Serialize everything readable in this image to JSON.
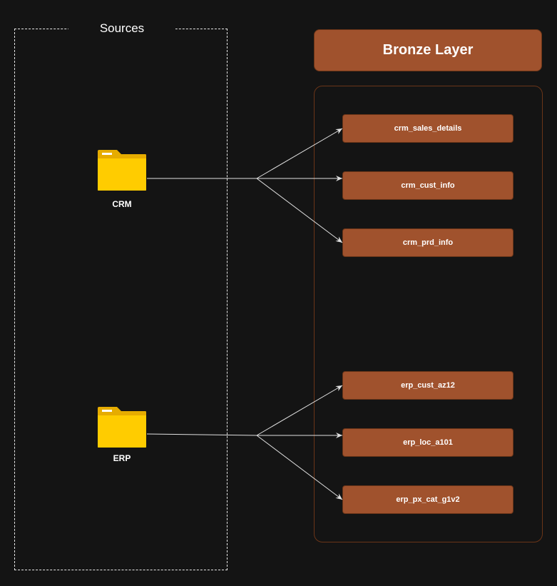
{
  "sources": {
    "title": "Sources",
    "items": [
      {
        "label": "CRM",
        "icon": "folder-icon"
      },
      {
        "label": "ERP",
        "icon": "folder-icon"
      }
    ]
  },
  "bronze": {
    "title": "Bronze Layer",
    "tables": [
      "crm_sales_details",
      "crm_cust_info",
      "crm_prd_info",
      "erp_cust_az12",
      "erp_loc_a101",
      "erp_px_cat_g1v2"
    ]
  },
  "colors": {
    "background": "#141414",
    "bronze_fill": "#a0522d",
    "bronze_border": "#6b3518",
    "folder_yellow": "#ffcc00",
    "folder_tab": "#e6ac00",
    "connector": "#e0e0e0"
  }
}
